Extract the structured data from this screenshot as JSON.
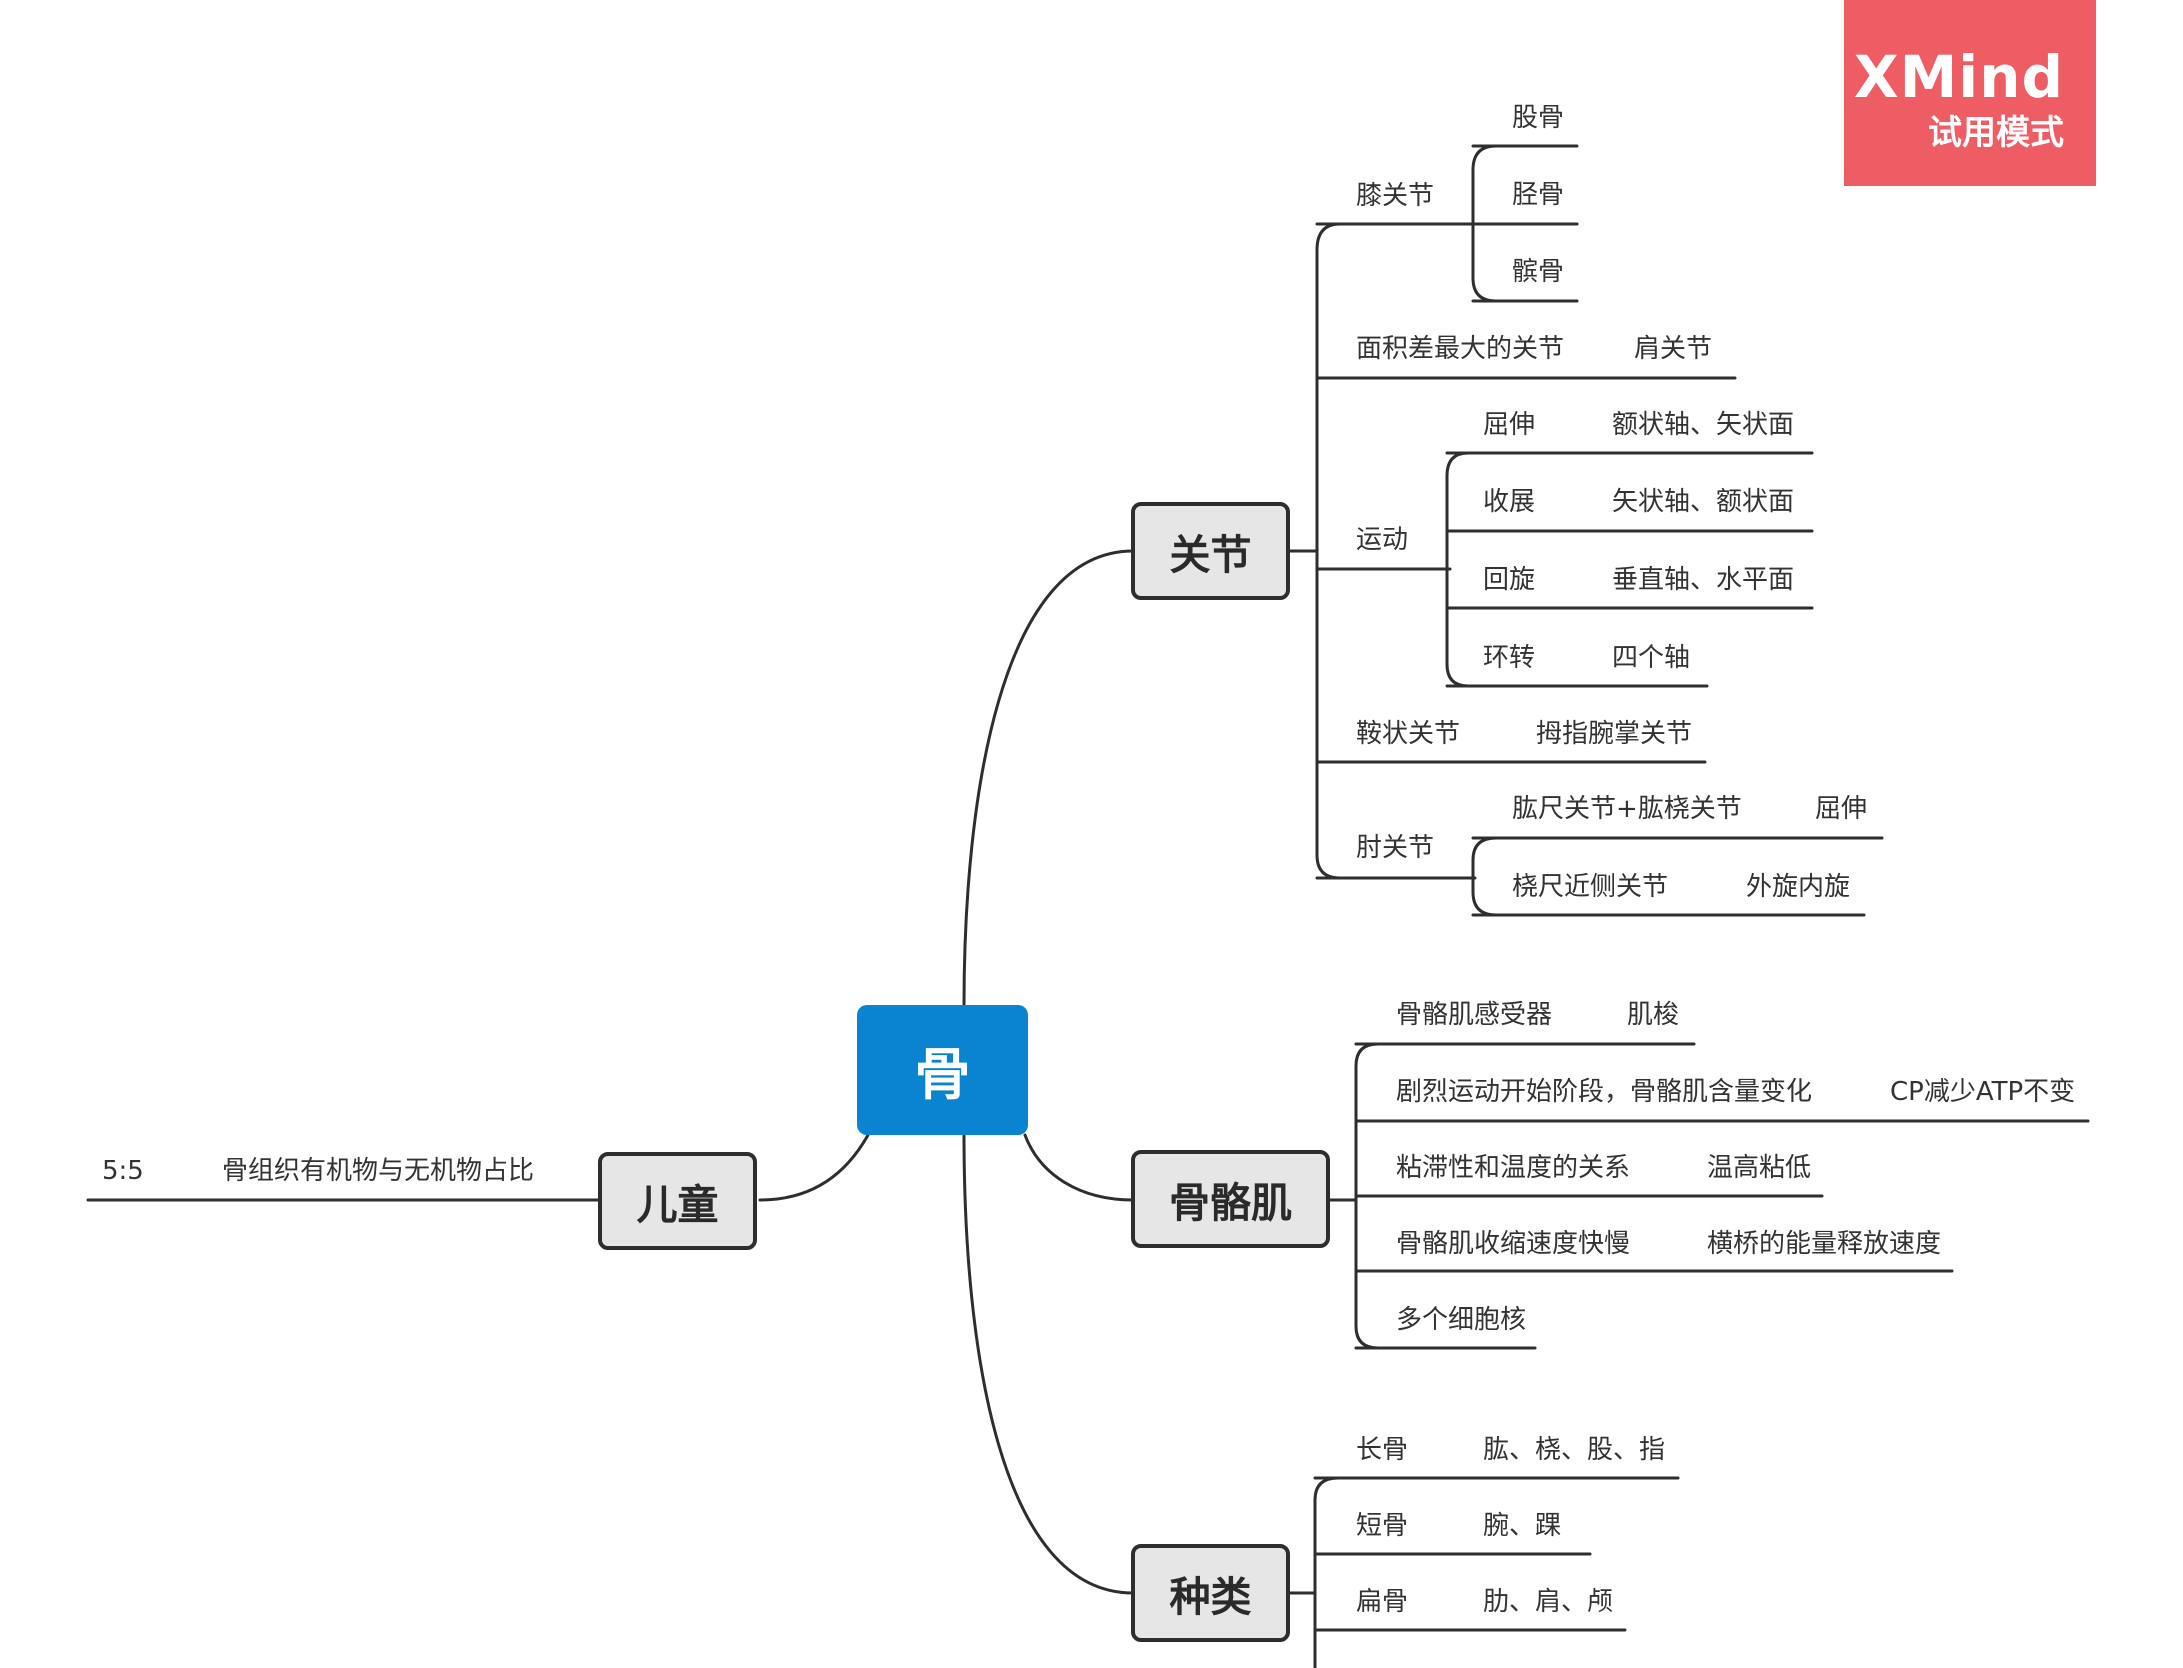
{
  "central": "骨",
  "badge": {
    "brand": "XMind",
    "mode": "试用模式"
  },
  "topics": {
    "guanjie": "关节",
    "guge": "骨骼肌",
    "zhonglei": "种类",
    "ertong": "儿童"
  },
  "guanjie": {
    "xi": {
      "label": "膝关节",
      "children": [
        "股骨",
        "胫骨",
        "髌骨"
      ]
    },
    "mianji": {
      "label": "面积差最大的关节",
      "value": "肩关节"
    },
    "yundong": {
      "label": "运动",
      "rows": [
        {
          "label": "屈伸",
          "value": "额状轴、矢状面"
        },
        {
          "label": "收展",
          "value": "矢状轴、额状面"
        },
        {
          "label": "回旋",
          "value": "垂直轴、水平面"
        },
        {
          "label": "环转",
          "value": "四个轴"
        }
      ]
    },
    "anzhuang": {
      "label": "鞍状关节",
      "value": "拇指腕掌关节"
    },
    "zhou": {
      "label": "肘关节",
      "rows": [
        {
          "label": "肱尺关节+肱桡关节",
          "value": "屈伸"
        },
        {
          "label": "桡尺近侧关节",
          "value": "外旋内旋"
        }
      ]
    }
  },
  "guge": {
    "rows": [
      {
        "label": "骨骼肌感受器",
        "value": "肌梭"
      },
      {
        "label": "剧烈运动开始阶段，骨骼肌含量变化",
        "value": "CP减少ATP不变"
      },
      {
        "label": "粘滞性和温度的关系",
        "value": "温高粘低"
      },
      {
        "label": "骨骼肌收缩速度快慢",
        "value": "横桥的能量释放速度"
      },
      {
        "label": "多个细胞核",
        "value": ""
      }
    ]
  },
  "zhonglei": {
    "rows": [
      {
        "label": "长骨",
        "value": "肱、桡、股、指"
      },
      {
        "label": "短骨",
        "value": "腕、踝"
      },
      {
        "label": "扁骨",
        "value": "肋、肩、颅"
      }
    ]
  },
  "ertong": {
    "label": "骨组织有机物与无机物占比",
    "value": "5:5"
  },
  "colors": {
    "central": "#0a84d0",
    "badge": "#ee5d64",
    "line": "#2e2e2e"
  }
}
